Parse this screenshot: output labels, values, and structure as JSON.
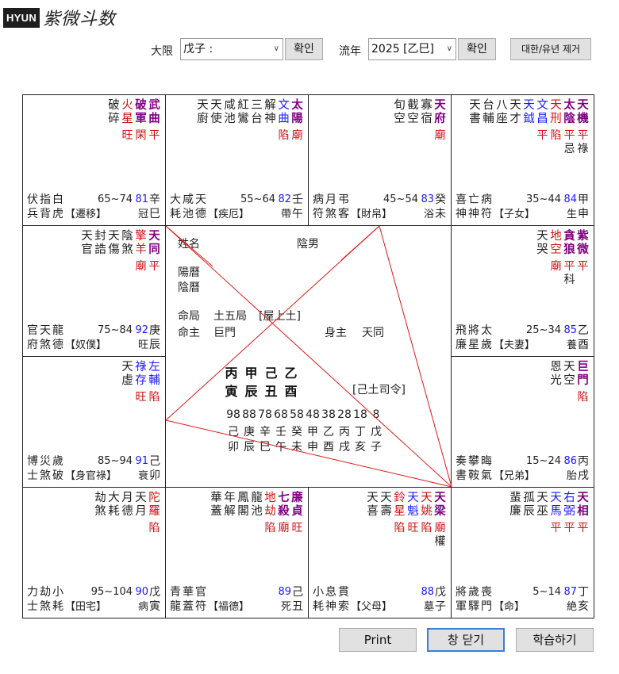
{
  "header": {
    "logo_brand": "HYUN",
    "logo_title": "紫微斗数",
    "daehan_label": "大限",
    "daehan_value": "戊子 :",
    "daehan_confirm": "확인",
    "year_label": "流年",
    "year_value": "2025 [乙巳]",
    "year_confirm": "확인",
    "remove_button": "대한/유년 제거"
  },
  "center": {
    "name_label": "姓名",
    "gender": "陰男",
    "solar_label": "陽曆",
    "lunar_label": "陰曆",
    "ming_ju_label": "命局",
    "ming_ju_value": "土五局",
    "ming_ju_note": "[屋上土]",
    "ming_zhu_label": "命主",
    "ming_zhu_value": "巨門",
    "shen_zhu_label": "身主",
    "shen_zhu_value": "天同",
    "gan_row": [
      "丙",
      "甲",
      "己",
      "乙"
    ],
    "zhi_row": [
      "寅",
      "辰",
      "丑",
      "酉"
    ],
    "siling": "[己土司令]",
    "daeun_ages": [
      "98",
      "88",
      "78",
      "68",
      "58",
      "48",
      "38",
      "28",
      "18",
      "8"
    ],
    "daeun_gan": [
      "己",
      "庚",
      "辛",
      "壬",
      "癸",
      "甲",
      "乙",
      "丙",
      "丁",
      "戊"
    ],
    "daeun_zhi": [
      "卯",
      "辰",
      "巳",
      "午",
      "未",
      "申",
      "酉",
      "戌",
      "亥",
      "子"
    ]
  },
  "cells": [
    {
      "id": "si",
      "stars": [
        {
          "ch": "武曲",
          "c": "main",
          "st": "平",
          "sc": "red"
        },
        {
          "ch": "破軍",
          "c": "main",
          "st": "閑",
          "sc": "red"
        },
        {
          "ch": "火星",
          "c": "red",
          "st": "旺",
          "sc": "red"
        },
        {
          "ch": "破碎",
          "c": "black"
        }
      ],
      "minor": [
        [
          "伏",
          "兵"
        ],
        [
          "指",
          "背"
        ],
        [
          "白",
          "虎"
        ]
      ],
      "range": "65~74",
      "rangeno": "81",
      "palace": "【遷移】",
      "life": "冠",
      "gz": [
        "辛",
        "巳"
      ]
    },
    {
      "id": "wu",
      "stars": [
        {
          "ch": "太陽",
          "c": "main",
          "st": "廟",
          "sc": "red"
        },
        {
          "ch": "文曲",
          "c": "blue",
          "st": "陷",
          "sc": "red"
        },
        {
          "ch": "解神",
          "c": "black"
        },
        {
          "ch": "三台",
          "c": "black"
        },
        {
          "ch": "紅鸞",
          "c": "black"
        },
        {
          "ch": "咸池",
          "c": "black"
        },
        {
          "ch": "天使",
          "c": "black"
        },
        {
          "ch": "天廚",
          "c": "black"
        }
      ],
      "minor": [
        [
          "大",
          "耗"
        ],
        [
          "咸",
          "池"
        ],
        [
          "天",
          "德"
        ]
      ],
      "range": "55~64",
      "rangeno": "82",
      "palace": "【疾厄】",
      "life": "帶",
      "gz": [
        "壬",
        "午"
      ]
    },
    {
      "id": "wei",
      "stars": [
        {
          "ch": "天府",
          "c": "main",
          "st": "廟",
          "sc": "red"
        },
        {
          "ch": "寡宿",
          "c": "black"
        },
        {
          "ch": "截空",
          "c": "black"
        },
        {
          "ch": "旬空",
          "c": "black"
        }
      ],
      "minor": [
        [
          "病",
          "符"
        ],
        [
          "月",
          "煞"
        ],
        [
          "弔",
          "客"
        ]
      ],
      "range": "45~54",
      "rangeno": "83",
      "palace": "【財帛】",
      "life": "浴",
      "gz": [
        "癸",
        "未"
      ]
    },
    {
      "id": "shen",
      "stars": [
        {
          "ch": "天機",
          "c": "main",
          "st": "平",
          "sc": "red",
          "tr": "祿"
        },
        {
          "ch": "太陰",
          "c": "main",
          "st": "平",
          "sc": "red",
          "tr": "忌"
        },
        {
          "ch": "天刑",
          "c": "red",
          "st": "陷",
          "sc": "red"
        },
        {
          "ch": "文昌",
          "c": "blue",
          "st": "平",
          "sc": "red"
        },
        {
          "ch": "天鉞",
          "c": "blue"
        },
        {
          "ch": "天才",
          "c": "black"
        },
        {
          "ch": "八座",
          "c": "black"
        },
        {
          "ch": "台輔",
          "c": "black"
        },
        {
          "ch": "天書",
          "c": "black"
        }
      ],
      "minor": [
        [
          "喜",
          "神"
        ],
        [
          "亡",
          "神"
        ],
        [
          "病",
          "符"
        ]
      ],
      "range": "35~44",
      "rangeno": "84",
      "palace": "【子女】",
      "life": "生",
      "gz": [
        "甲",
        "申"
      ]
    },
    {
      "id": "chen",
      "stars": [
        {
          "ch": "天同",
          "c": "main",
          "st": "平",
          "sc": "red"
        },
        {
          "ch": "擎羊",
          "c": "red",
          "st": "廟",
          "sc": "red"
        },
        {
          "ch": "陰煞",
          "c": "black"
        },
        {
          "ch": "天傷",
          "c": "black"
        },
        {
          "ch": "封誥",
          "c": "black"
        },
        {
          "ch": "天官",
          "c": "black"
        }
      ],
      "minor": [
        [
          "官",
          "府"
        ],
        [
          "天",
          "煞"
        ],
        [
          "龍",
          "德"
        ]
      ],
      "range": "75~84",
      "rangeno": "92",
      "palace": "【奴僕】",
      "life": "旺",
      "gz": [
        "庚",
        "辰"
      ]
    },
    {
      "id": "you",
      "stars": [
        {
          "ch": "紫微",
          "c": "main",
          "st": "平",
          "sc": "red"
        },
        {
          "ch": "貪狼",
          "c": "main",
          "st": "平",
          "sc": "red",
          "tr": "科"
        },
        {
          "ch": "地空",
          "c": "red",
          "st": "廟",
          "sc": "red"
        },
        {
          "ch": "天哭",
          "c": "black"
        }
      ],
      "minor": [
        [
          "飛",
          "廉"
        ],
        [
          "將",
          "星"
        ],
        [
          "太",
          "歲"
        ]
      ],
      "range": "25~34",
      "rangeno": "85",
      "palace": "【夫妻】",
      "life": "養",
      "gz": [
        "乙",
        "酉"
      ]
    },
    {
      "id": "mao",
      "stars": [
        {
          "ch": "左輔",
          "c": "blue",
          "st": "陷",
          "sc": "red"
        },
        {
          "ch": "祿存",
          "c": "blue",
          "st": "旺",
          "sc": "red"
        },
        {
          "ch": "天虛",
          "c": "black"
        }
      ],
      "minor": [
        [
          "博",
          "士"
        ],
        [
          "災",
          "煞"
        ],
        [
          "歲",
          "破"
        ]
      ],
      "range": "85~94",
      "rangeno": "91",
      "palace": "【身官祿】",
      "life": "衰",
      "gz": [
        "己",
        "卯"
      ]
    },
    {
      "id": "xu",
      "stars": [
        {
          "ch": "巨門",
          "c": "main",
          "st": "陷",
          "sc": "red"
        },
        {
          "ch": "天空",
          "c": "black"
        },
        {
          "ch": "恩光",
          "c": "black"
        }
      ],
      "minor": [
        [
          "奏",
          "書"
        ],
        [
          "攀",
          "鞍"
        ],
        [
          "晦",
          "氣"
        ]
      ],
      "range": "15~24",
      "rangeno": "86",
      "palace": "【兄弟】",
      "life": "胎",
      "gz": [
        "丙",
        "戌"
      ]
    },
    {
      "id": "yin",
      "stars": [
        {
          "ch": "陀羅",
          "c": "red",
          "st": "陷",
          "sc": "red"
        },
        {
          "ch": "天月",
          "c": "black"
        },
        {
          "ch": "月德",
          "c": "black"
        },
        {
          "ch": "大耗",
          "c": "black"
        },
        {
          "ch": "劫煞",
          "c": "black"
        }
      ],
      "minor": [
        [
          "力",
          "士"
        ],
        [
          "劫",
          "煞"
        ],
        [
          "小",
          "耗"
        ]
      ],
      "range": "95~104",
      "rangeno": "90",
      "palace": "【田宅】",
      "life": "病",
      "gz": [
        "戊",
        "寅"
      ]
    },
    {
      "id": "chou",
      "stars": [
        {
          "ch": "廉貞",
          "c": "main",
          "st": "旺",
          "sc": "red"
        },
        {
          "ch": "七殺",
          "c": "main",
          "st": "廟",
          "sc": "red"
        },
        {
          "ch": "地劫",
          "c": "red",
          "st": "陷",
          "sc": "red"
        },
        {
          "ch": "龍池",
          "c": "black"
        },
        {
          "ch": "鳳閣",
          "c": "black"
        },
        {
          "ch": "年解",
          "c": "black"
        },
        {
          "ch": "華蓋",
          "c": "black"
        }
      ],
      "minor": [
        [
          "青",
          "龍"
        ],
        [
          "華",
          "蓋"
        ],
        [
          "官",
          "符"
        ]
      ],
      "range": "",
      "rangeno": "89",
      "palace": "【福德】",
      "life": "死",
      "gz": [
        "己",
        "丑"
      ]
    },
    {
      "id": "zi",
      "stars": [
        {
          "ch": "天梁",
          "c": "main",
          "st": "廟",
          "sc": "red",
          "tr": "權"
        },
        {
          "ch": "天姚",
          "c": "red",
          "st": "陷",
          "sc": "red"
        },
        {
          "ch": "天魁",
          "c": "blue",
          "st": "旺",
          "sc": "red"
        },
        {
          "ch": "鈴星",
          "c": "red",
          "st": "陷",
          "sc": "red"
        },
        {
          "ch": "天壽",
          "c": "black"
        },
        {
          "ch": "天喜",
          "c": "black"
        }
      ],
      "minor": [
        [
          "小",
          "耗"
        ],
        [
          "息",
          "神"
        ],
        [
          "貫",
          "索"
        ]
      ],
      "range": "",
      "rangeno": "88",
      "palace": "【父母】",
      "life": "墓",
      "gz": [
        "戊",
        "子"
      ]
    },
    {
      "id": "hai",
      "stars": [
        {
          "ch": "天相",
          "c": "main",
          "st": "平",
          "sc": "red"
        },
        {
          "ch": "右弼",
          "c": "blue",
          "st": "平",
          "sc": "red"
        },
        {
          "ch": "天馬",
          "c": "blue",
          "st": "平",
          "sc": "red"
        },
        {
          "ch": "天巫",
          "c": "black"
        },
        {
          "ch": "孤辰",
          "c": "black"
        },
        {
          "ch": "蜚廉",
          "c": "black"
        }
      ],
      "minor": [
        [
          "將",
          "軍"
        ],
        [
          "歲",
          "驛"
        ],
        [
          "喪",
          "門"
        ]
      ],
      "range": "5~14",
      "rangeno": "87",
      "palace": "【命】",
      "life": "絶",
      "gz": [
        "丁",
        "亥"
      ]
    }
  ],
  "footer": {
    "print_label": "Print",
    "close_label": "창 닫기",
    "study_label": "학습하기"
  }
}
